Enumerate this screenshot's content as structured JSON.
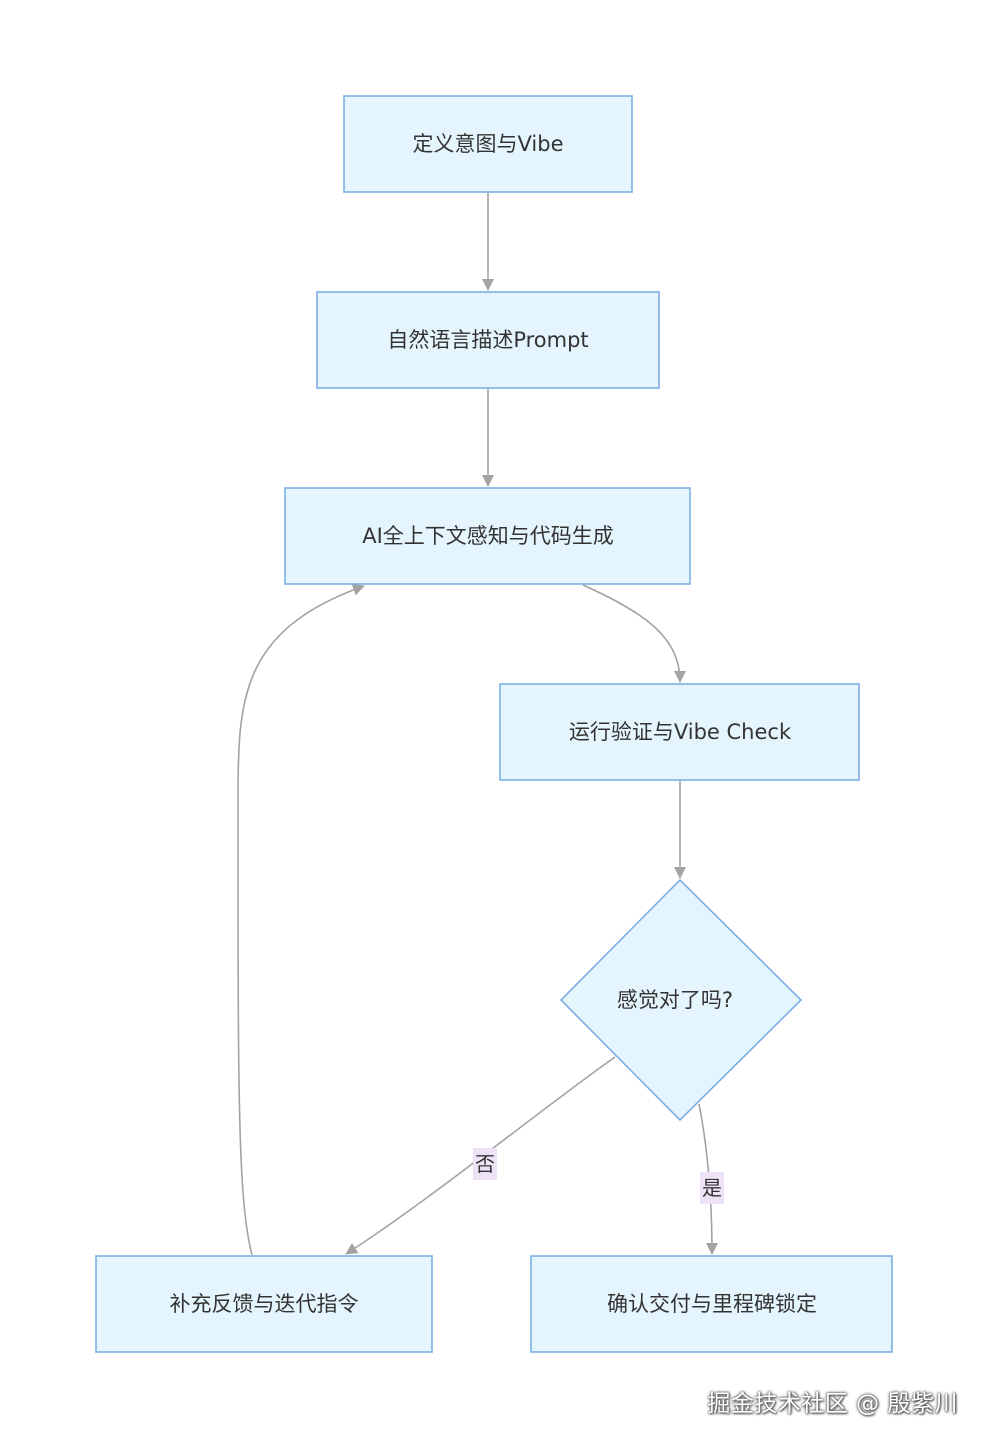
{
  "nodes": {
    "define_intent": "定义意图与Vibe",
    "natural_prompt": "自然语言描述Prompt",
    "ai_generation": "AI全上下文感知与代码生成",
    "run_verify": "运行验证与Vibe Check",
    "decision": "感觉对了吗?",
    "feedback": "补充反馈与迭代指令",
    "deliver": "确认交付与里程碑锁定"
  },
  "edge_labels": {
    "no": "否",
    "yes": "是"
  },
  "watermark": "掘金技术社区 @ 殷紫川",
  "colors": {
    "node_fill": "#e5f5fd",
    "node_stroke": "#7eaee6",
    "edge": "#a3a3a3",
    "edge_label_bg": "#ece4f6",
    "text": "#333333"
  }
}
